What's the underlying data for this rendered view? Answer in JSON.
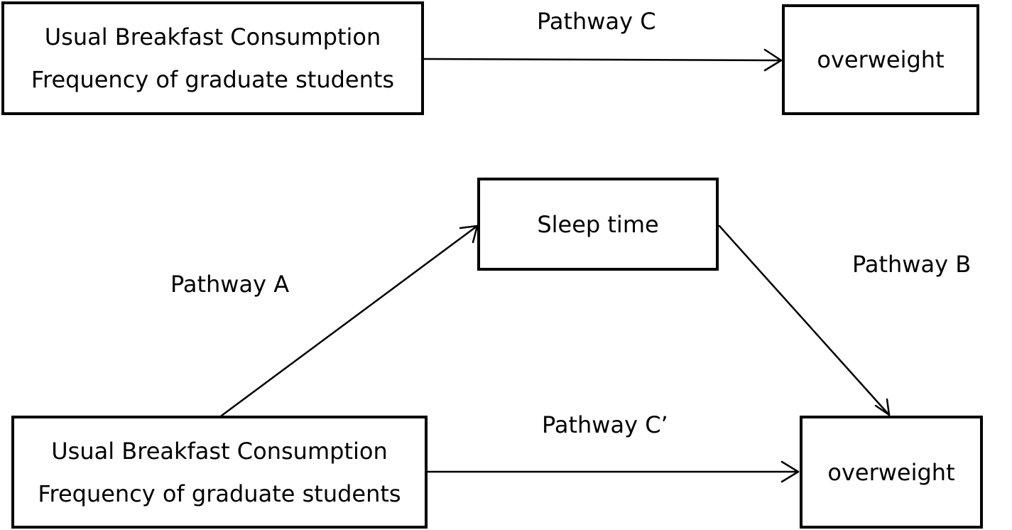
{
  "diagram": {
    "top_model": {
      "predictor": {
        "line1": "Usual Breakfast Consumption",
        "line2": "Frequency of graduate students"
      },
      "outcome": "overweight",
      "pathway_c": "Pathway C"
    },
    "bottom_model": {
      "mediator": "Sleep time",
      "predictor": {
        "line1": "Usual Breakfast Consumption",
        "line2": "Frequency of graduate students"
      },
      "outcome": "overweight",
      "pathway_a": "Pathway A",
      "pathway_b": "Pathway B",
      "pathway_c_prime": "Pathway C’"
    },
    "line_color": "#000000"
  }
}
